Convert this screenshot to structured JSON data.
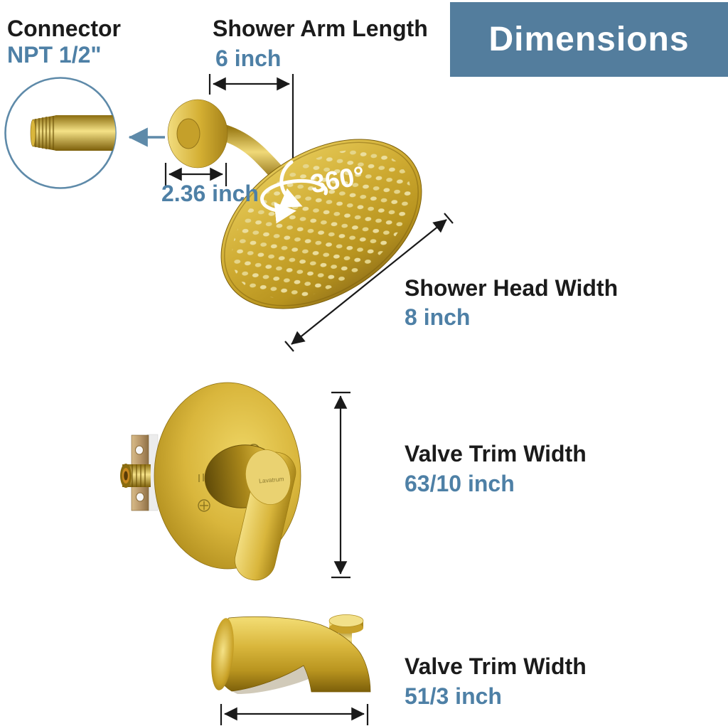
{
  "banner": {
    "label": "Dimensions"
  },
  "colors": {
    "banner_bg": "#537d9d",
    "accent_blue": "#4e80a6",
    "ink": "#1b1b1b",
    "dimension_line": "#1a1a1a",
    "inset_stroke": "#5e8aa9",
    "gold_light": "#f2dd7f",
    "gold_mid": "#d9b63c",
    "gold_deep": "#8a6a10",
    "white": "#ffffff"
  },
  "callouts": {
    "connector": {
      "title": "Connector",
      "value": "NPT 1/2\""
    },
    "shower_arm_length": {
      "title": "Shower Arm Length",
      "value": "6 inch"
    },
    "wall_flange_width": {
      "value": "2.36 inch"
    },
    "shower_head_width": {
      "title": "Shower Head Width",
      "value": "8 inch"
    },
    "valve_trim_width": {
      "title": "Valve Trim Width",
      "value": "63/10 inch"
    },
    "tub_spout_width": {
      "title": "Valve Trim Width",
      "value": "51/3 inch"
    },
    "rotation": {
      "value": "360°"
    },
    "brand": {
      "value": "Lavatrum"
    }
  }
}
